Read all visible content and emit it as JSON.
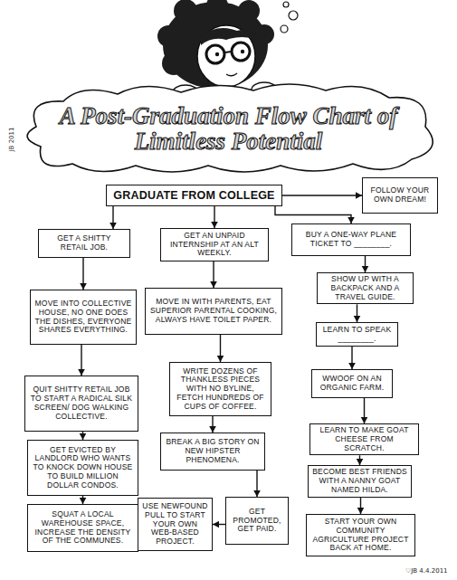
{
  "diagram": {
    "title": "A Post-Graduation Flow Chart of Limitless Potential",
    "nodes": [
      {
        "text": [
          "GRADUATE FROM COLLEGE"
        ]
      },
      {
        "text": [
          "FOLLOW YOUR OWN DREAM!"
        ]
      },
      {
        "text": [
          "GET A SHITTY RETAIL JOB."
        ]
      },
      {
        "text": [
          "GET AN UNPAID INTERNSHIP AT AN ALT WEEKLY."
        ]
      },
      {
        "text": [
          "BUY A ONE-WAY PLANE TICKET TO ________."
        ]
      },
      {
        "text": [
          "MOVE INTO COLLECTIVE HOUSE, NO ONE DOES THE DISHES, EVERYONE SHARES EVERYTHING."
        ]
      },
      {
        "text": [
          "MOVE IN WITH PARENTS, EAT SUPERIOR PARENTAL COOKING, ALWAYS HAVE TOILET PAPER."
        ]
      },
      {
        "text": [
          "SHOW UP WITH A BACKPACK AND A TRAVEL GUIDE."
        ]
      },
      {
        "text": [
          "QUIT SHITTY RETAIL JOB TO START A RADICAL SILK SCREEN/ DOG WALKING COLLECTIVE."
        ]
      },
      {
        "text": [
          "WRITE DOZENS OF THANKLESS PIECES WITH NO BYLINE, FETCH HUNDREDS OF CUPS OF COFFEE."
        ]
      },
      {
        "text": [
          "LEARN TO SPEAK ________."
        ]
      },
      {
        "text": [
          "WWOOF ON AN ORGANIC FARM."
        ]
      },
      {
        "text": [
          "GET EVICTED BY LANDLORD WHO WANTS TO KNOCK DOWN HOUSE TO BUILD MILLION DOLLAR CONDOS."
        ]
      },
      {
        "text": [
          "BREAK A BIG STORY ON NEW HIPSTER PHENOMENA."
        ]
      },
      {
        "text": [
          "LEARN TO MAKE GOAT CHEESE FROM SCRATCH."
        ]
      },
      {
        "text": [
          "BECOME BEST FRIENDS WITH A NANNY GOAT NAMED HILDA."
        ]
      },
      {
        "text": [
          "SQUAT A LOCAL WAREHOUSE SPACE, INCREASE THE DENSITY OF THE COMMUNES."
        ]
      },
      {
        "text": [
          "GET PROMOTED, GET PAID."
        ]
      },
      {
        "text": [
          "USE NEWFOUND PULL TO START YOUR OWN WEB-BASED PROJECT."
        ]
      },
      {
        "text": [
          "START YOUR OWN COMMUNITY AGRICULTURE PROJECT BACK AT HOME."
        ]
      }
    ],
    "edges": [
      {
        "from": 0,
        "to": 1,
        "arrow": "to"
      },
      {
        "from": 0,
        "to": 2,
        "arrow": "to"
      },
      {
        "from": 0,
        "to": 3,
        "arrow": "to"
      },
      {
        "from": 0,
        "to": 4,
        "arrow": "to"
      },
      {
        "from": 2,
        "to": 5,
        "arrow": "to"
      },
      {
        "from": 5,
        "to": 8,
        "arrow": "to"
      },
      {
        "from": 8,
        "to": 12,
        "arrow": "to"
      },
      {
        "from": 12,
        "to": 16,
        "arrow": "to"
      },
      {
        "from": 3,
        "to": 6,
        "arrow": "to"
      },
      {
        "from": 6,
        "to": 9,
        "arrow": "to"
      },
      {
        "from": 9,
        "to": 13,
        "arrow": "to"
      },
      {
        "from": 13,
        "to": 17,
        "arrow": "to"
      },
      {
        "from": 17,
        "to": 18,
        "arrow": "to"
      },
      {
        "from": 4,
        "to": 7,
        "arrow": "to"
      },
      {
        "from": 7,
        "to": 10,
        "arrow": "to"
      },
      {
        "from": 10,
        "to": 11,
        "arrow": "to"
      },
      {
        "from": 11,
        "to": 14,
        "arrow": "to"
      },
      {
        "from": 14,
        "to": 15,
        "arrow": "to"
      },
      {
        "from": 15,
        "to": 19,
        "arrow": "to"
      }
    ],
    "labels": [
      "JB 2011",
      "♡JB 4.4.2011"
    ]
  }
}
